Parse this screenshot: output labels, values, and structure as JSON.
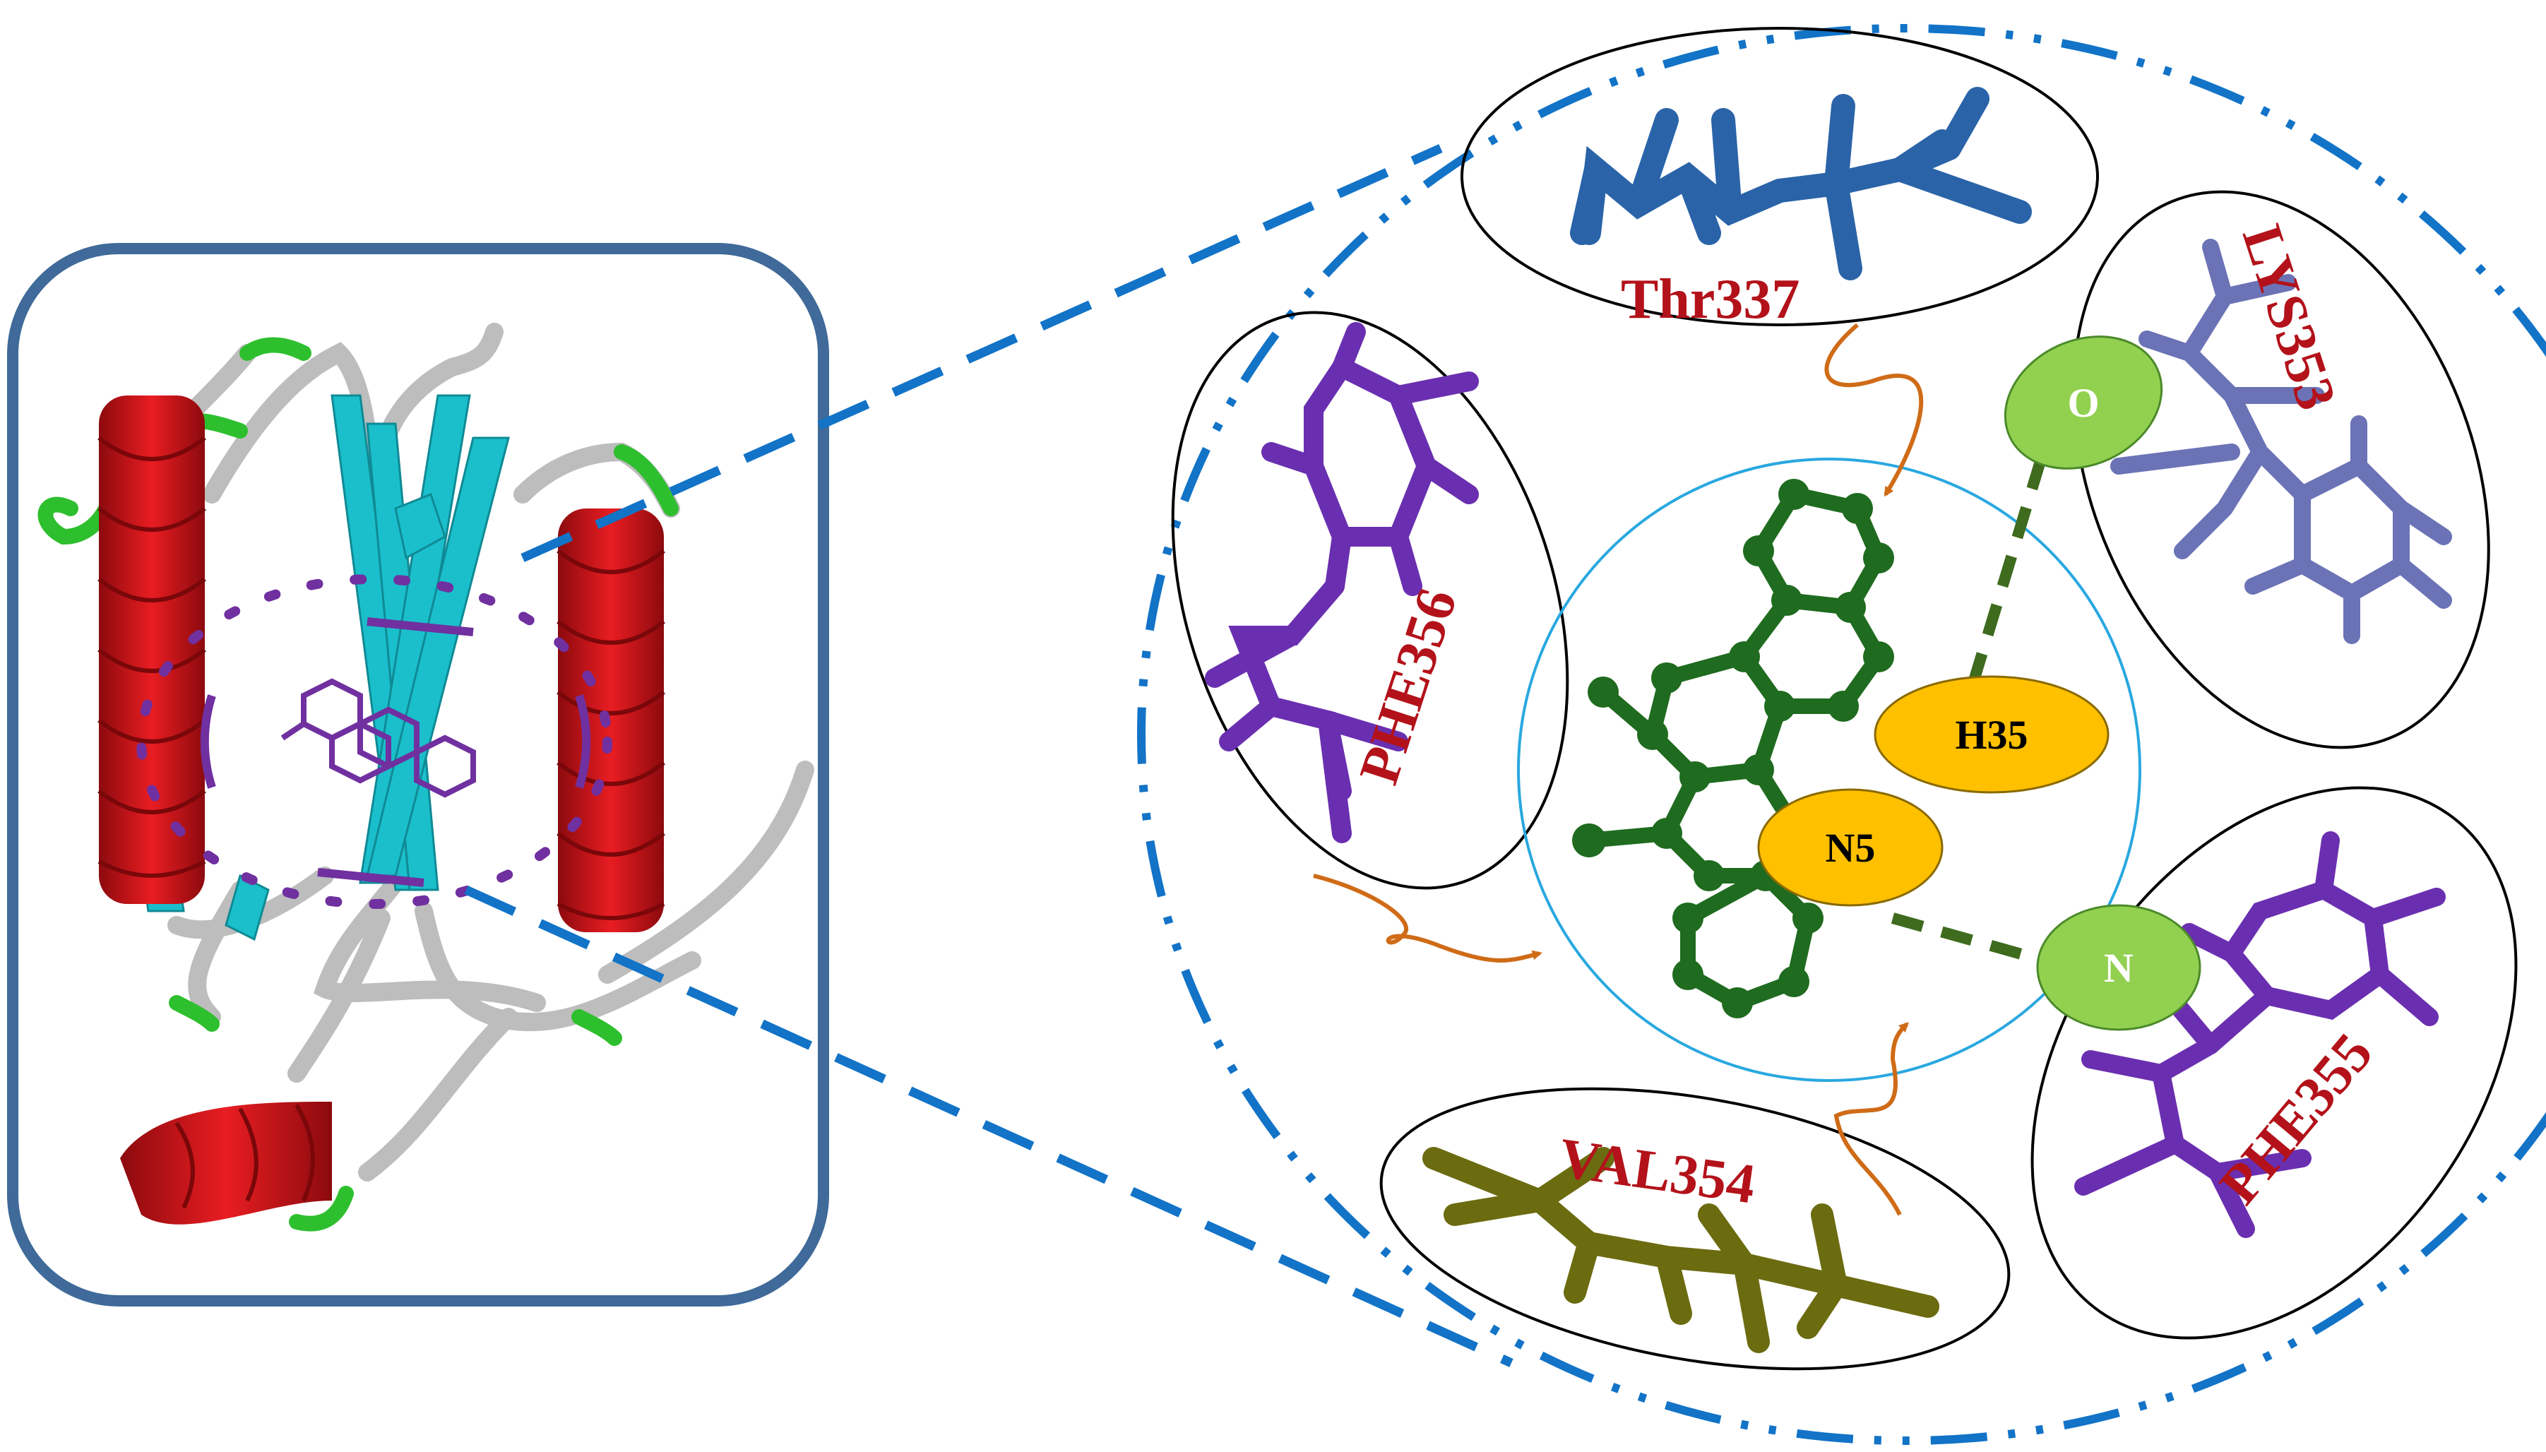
{
  "residues": {
    "thr337": "Thr337",
    "lys353": "LYS353",
    "phe356": "PHE356",
    "phe355": "PHE355",
    "val354": "VAL354"
  },
  "ligand_atoms": {
    "h35": "H35",
    "n5": "N5"
  },
  "residue_atoms": {
    "o": "O",
    "n": "N"
  },
  "colors": {
    "box_border": "#3f6a99",
    "zoom_lines": "#1273c7",
    "helix": "#d8141a",
    "strand": "#1bbfcc",
    "loop": "#bfbfbf",
    "turn": "#2ebf2e",
    "ligand_small": "#7030a0",
    "ligand_green": "#1f6b1f",
    "thr337": "#2a63a8",
    "lys353": "#6b73b6",
    "phe": "#6a2fb0",
    "val354": "#6b6b10",
    "h_bond_pad": "#ffc000",
    "contact_pad": "#92d050",
    "hydrophobic_arrow": "#cf6b17",
    "h_bond_dash": "#3e6b1e",
    "label_red": "#b3121a"
  }
}
